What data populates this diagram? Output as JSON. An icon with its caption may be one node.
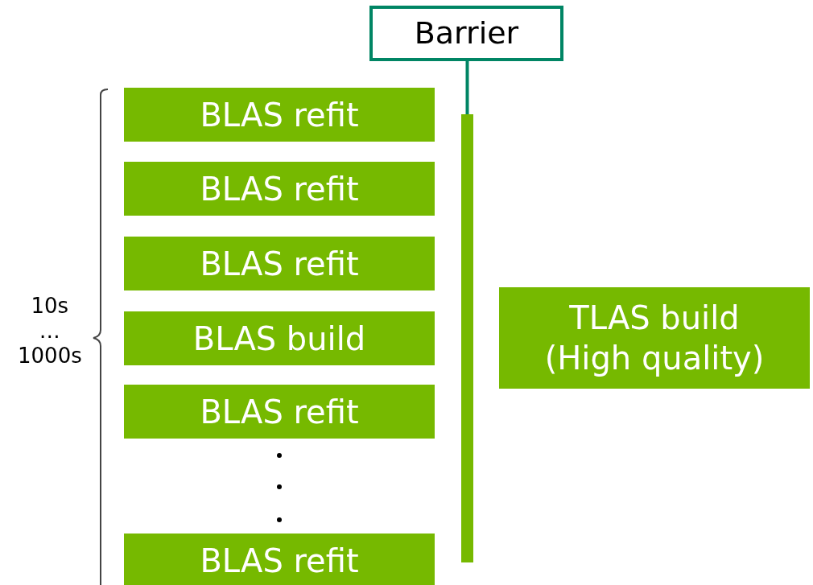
{
  "diagram": {
    "nodes": [
      {
        "text": [
          "Barrier"
        ]
      },
      {
        "text": [],
        "shape": "bar"
      },
      {
        "text": [
          "BLAS refit"
        ]
      },
      {
        "text": [
          "BLAS refit"
        ]
      },
      {
        "text": [
          "BLAS refit"
        ]
      },
      {
        "text": [
          "BLAS build"
        ]
      },
      {
        "text": [
          "BLAS refit"
        ]
      },
      {
        "text": [
          "BLAS refit"
        ]
      },
      {
        "text": [
          "TLAS build (High quality)"
        ]
      }
    ],
    "edges": [
      {
        "from": 0,
        "to": 1,
        "arrow": "none"
      }
    ],
    "labels": [
      "10s … 1000s"
    ]
  }
}
